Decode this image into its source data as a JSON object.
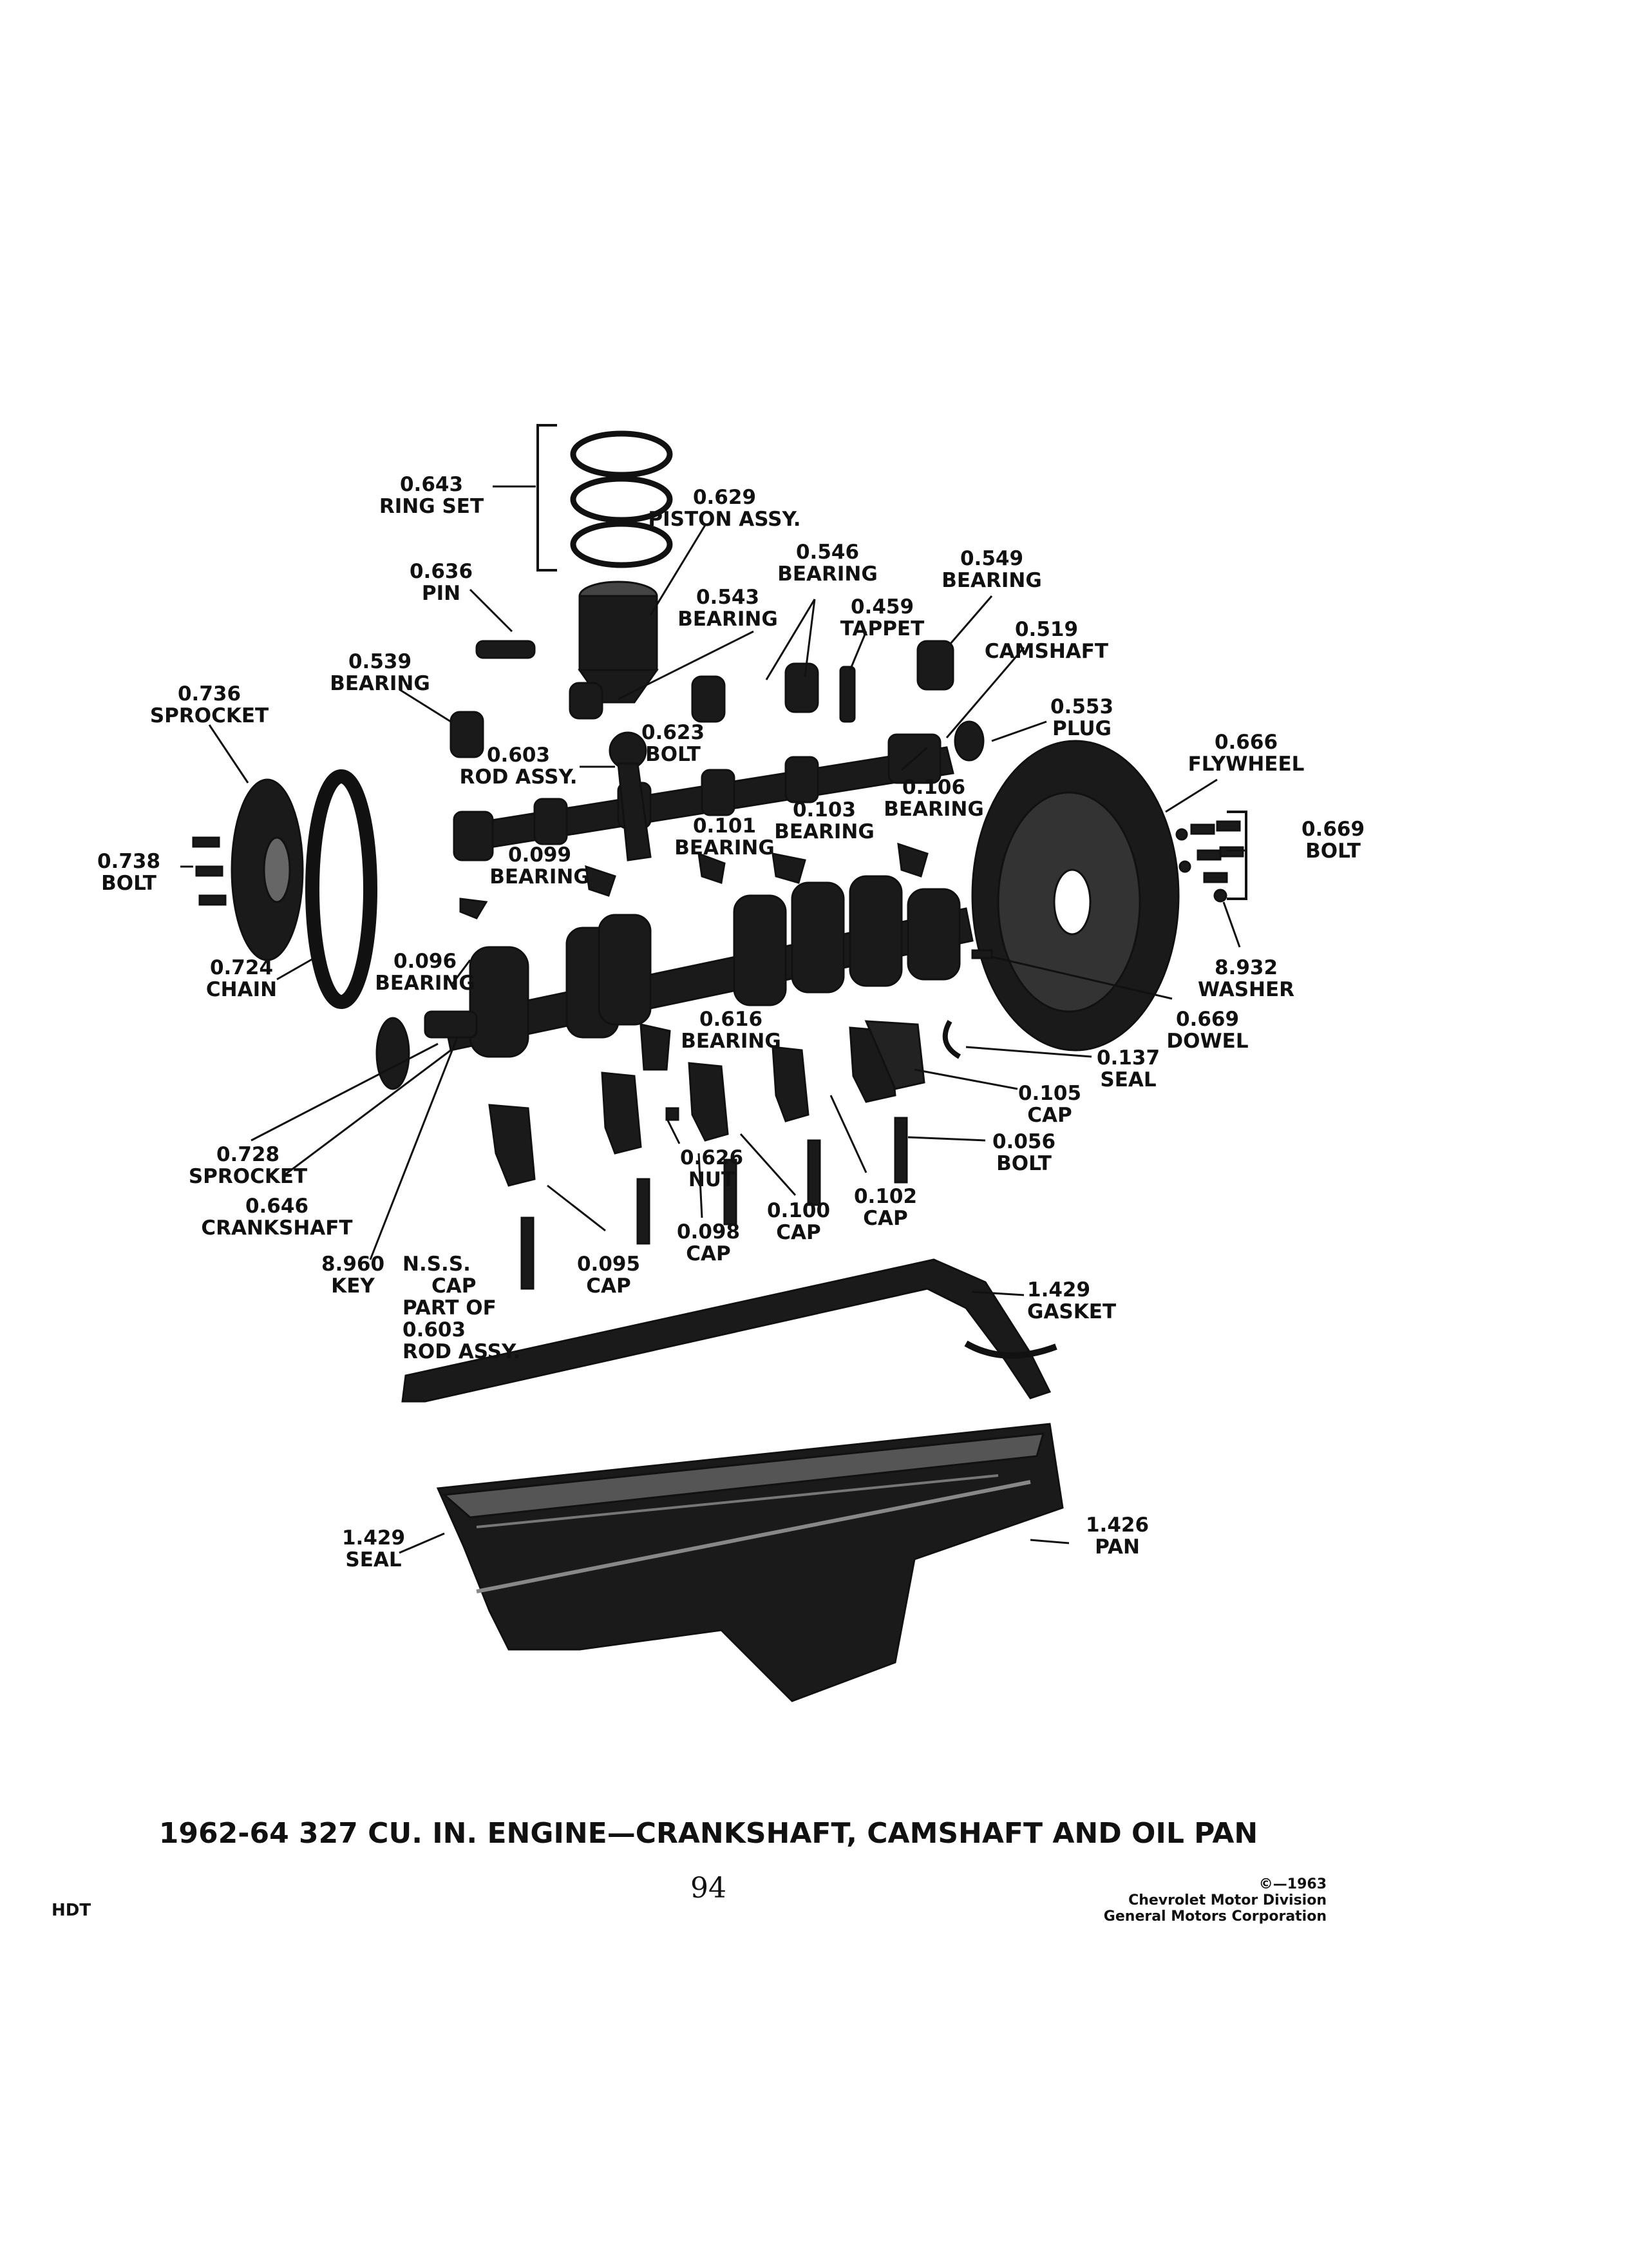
{
  "title": "1962-64 327 CU. IN. ENGINE—CRANKSHAFT, CAMSHAFT AND OIL PAN",
  "page_number": "94",
  "footer_left": "HDT",
  "copyright": [
    "©—1963",
    "Chevrolet Motor Division",
    "General Motors Corporation"
  ],
  "callouts": [
    {
      "id": "ring-set",
      "num": "0.643",
      "name": "RING SET"
    },
    {
      "id": "piston-assy",
      "num": "0.629",
      "name": "PISTON ASSY."
    },
    {
      "id": "pin",
      "num": "0.636",
      "name": "PIN"
    },
    {
      "id": "bearing-546",
      "num": "0.546",
      "name": "BEARING"
    },
    {
      "id": "bearing-549",
      "num": "0.549",
      "name": "BEARING"
    },
    {
      "id": "bearing-543",
      "num": "0.543",
      "name": "BEARING"
    },
    {
      "id": "tappet",
      "num": "0.459",
      "name": "TAPPET"
    },
    {
      "id": "camshaft",
      "num": "0.519",
      "name": "CAMSHAFT"
    },
    {
      "id": "bearing-539",
      "num": "0.539",
      "name": "BEARING"
    },
    {
      "id": "sprocket-736",
      "num": "0.736",
      "name": "SPROCKET"
    },
    {
      "id": "plug",
      "num": "0.553",
      "name": "PLUG"
    },
    {
      "id": "bolt-623",
      "num": "0.623",
      "name": "BOLT"
    },
    {
      "id": "rod-assy",
      "num": "0.603",
      "name": "ROD ASSY."
    },
    {
      "id": "flywheel",
      "num": "0.666",
      "name": "FLYWHEEL"
    },
    {
      "id": "bearing-106",
      "num": "0.106",
      "name": "BEARING"
    },
    {
      "id": "bearing-103",
      "num": "0.103",
      "name": "BEARING"
    },
    {
      "id": "bearing-101",
      "num": "0.101",
      "name": "BEARING"
    },
    {
      "id": "bolt-669",
      "num": "0.669",
      "name": "BOLT"
    },
    {
      "id": "bolt-738",
      "num": "0.738",
      "name": "BOLT"
    },
    {
      "id": "bearing-099",
      "num": "0.099",
      "name": "BEARING"
    },
    {
      "id": "chain",
      "num": "0.724",
      "name": "CHAIN"
    },
    {
      "id": "bearing-096",
      "num": "0.096",
      "name": "BEARING"
    },
    {
      "id": "washer",
      "num": "8.932",
      "name": "WASHER"
    },
    {
      "id": "bearing-616",
      "num": "0.616",
      "name": "BEARING"
    },
    {
      "id": "dowel",
      "num": "0.669",
      "name": "DOWEL"
    },
    {
      "id": "seal-137",
      "num": "0.137",
      "name": "SEAL"
    },
    {
      "id": "cap-105",
      "num": "0.105",
      "name": "CAP"
    },
    {
      "id": "bolt-056",
      "num": "0.056",
      "name": "BOLT"
    },
    {
      "id": "sprocket-728",
      "num": "0.728",
      "name": "SPROCKET"
    },
    {
      "id": "nut",
      "num": "0.626",
      "name": "NUT"
    },
    {
      "id": "cap-102",
      "num": "0.102",
      "name": "CAP"
    },
    {
      "id": "crankshaft",
      "num": "0.646",
      "name": "CRANKSHAFT"
    },
    {
      "id": "cap-100",
      "num": "0.100",
      "name": "CAP"
    },
    {
      "id": "cap-098",
      "num": "0.098",
      "name": "CAP"
    },
    {
      "id": "key",
      "num": "8.960",
      "name": "KEY"
    },
    {
      "id": "cap-095",
      "num": "0.095",
      "name": "CAP"
    },
    {
      "id": "gasket",
      "num": "1.429",
      "name": "GASKET"
    },
    {
      "id": "seal-1429",
      "num": "1.429",
      "name": "SEAL"
    },
    {
      "id": "pan",
      "num": "1.426",
      "name": "PAN"
    }
  ],
  "nss_cap": [
    "N.S.S.",
    "CAP",
    "PART OF",
    "0.603",
    "ROD ASSY."
  ]
}
